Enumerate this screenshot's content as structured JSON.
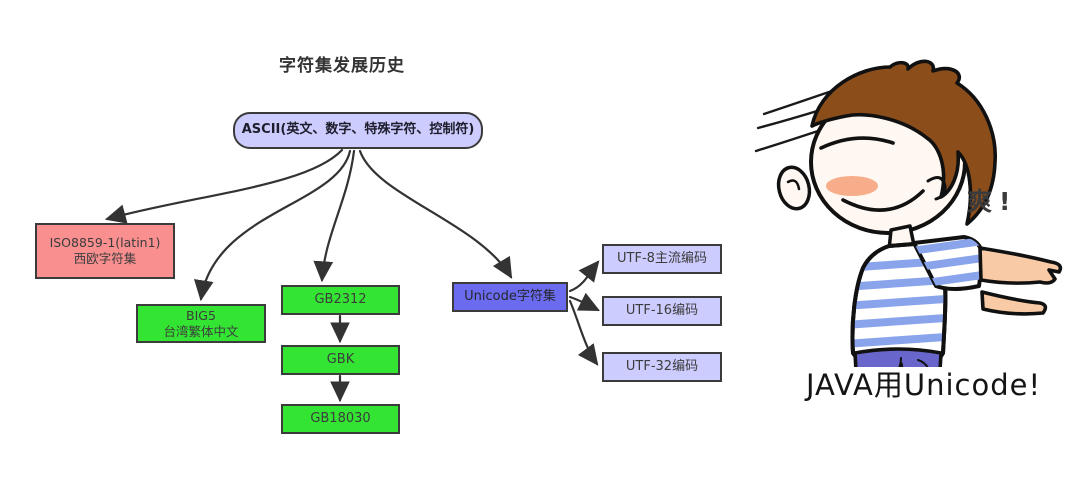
{
  "title": "字符集发展历史",
  "diagram": {
    "root": {
      "label": "ASCII(英文、数字、特殊字符、控制符)"
    },
    "iso": {
      "line1": "ISO8859-1(latin1)",
      "line2": "西欧字符集"
    },
    "big5": {
      "line1": "BIG5",
      "line2": "台湾繁体中文"
    },
    "gb2312": {
      "label": "GB2312"
    },
    "gbk": {
      "label": "GBK"
    },
    "gb18030": {
      "label": "GB18030"
    },
    "unicode": {
      "label": "Unicode字符集"
    },
    "utf8": {
      "label": "UTF-8主流编码"
    },
    "utf16": {
      "label": "UTF-16编码"
    },
    "utf32": {
      "label": "UTF-32编码"
    },
    "edges": [
      {
        "from": "ASCII",
        "to": "ISO8859-1(latin1)"
      },
      {
        "from": "ASCII",
        "to": "BIG5"
      },
      {
        "from": "ASCII",
        "to": "GB2312"
      },
      {
        "from": "ASCII",
        "to": "Unicode字符集"
      },
      {
        "from": "GB2312",
        "to": "GBK"
      },
      {
        "from": "GBK",
        "to": "GB18030"
      },
      {
        "from": "Unicode字符集",
        "to": "UTF-8主流编码"
      },
      {
        "from": "Unicode字符集",
        "to": "UTF-16编码"
      },
      {
        "from": "Unicode字符集",
        "to": "UTF-32编码"
      }
    ],
    "colors": {
      "node_lavender": "#ccccff",
      "node_green": "#33e433",
      "node_salmon": "#f98f8f",
      "node_blue": "#6b6bef",
      "arrow": "#333333"
    }
  },
  "cartoon": {
    "exclaim": "爽!",
    "caption": "JAVA用Unicode!",
    "colors": {
      "hair": "#8b4e1b",
      "skin": "#fff8f2",
      "blush": "#f8ad8a",
      "shirt_stripe": "#8aa4ec",
      "pants": "#6966cb"
    }
  }
}
